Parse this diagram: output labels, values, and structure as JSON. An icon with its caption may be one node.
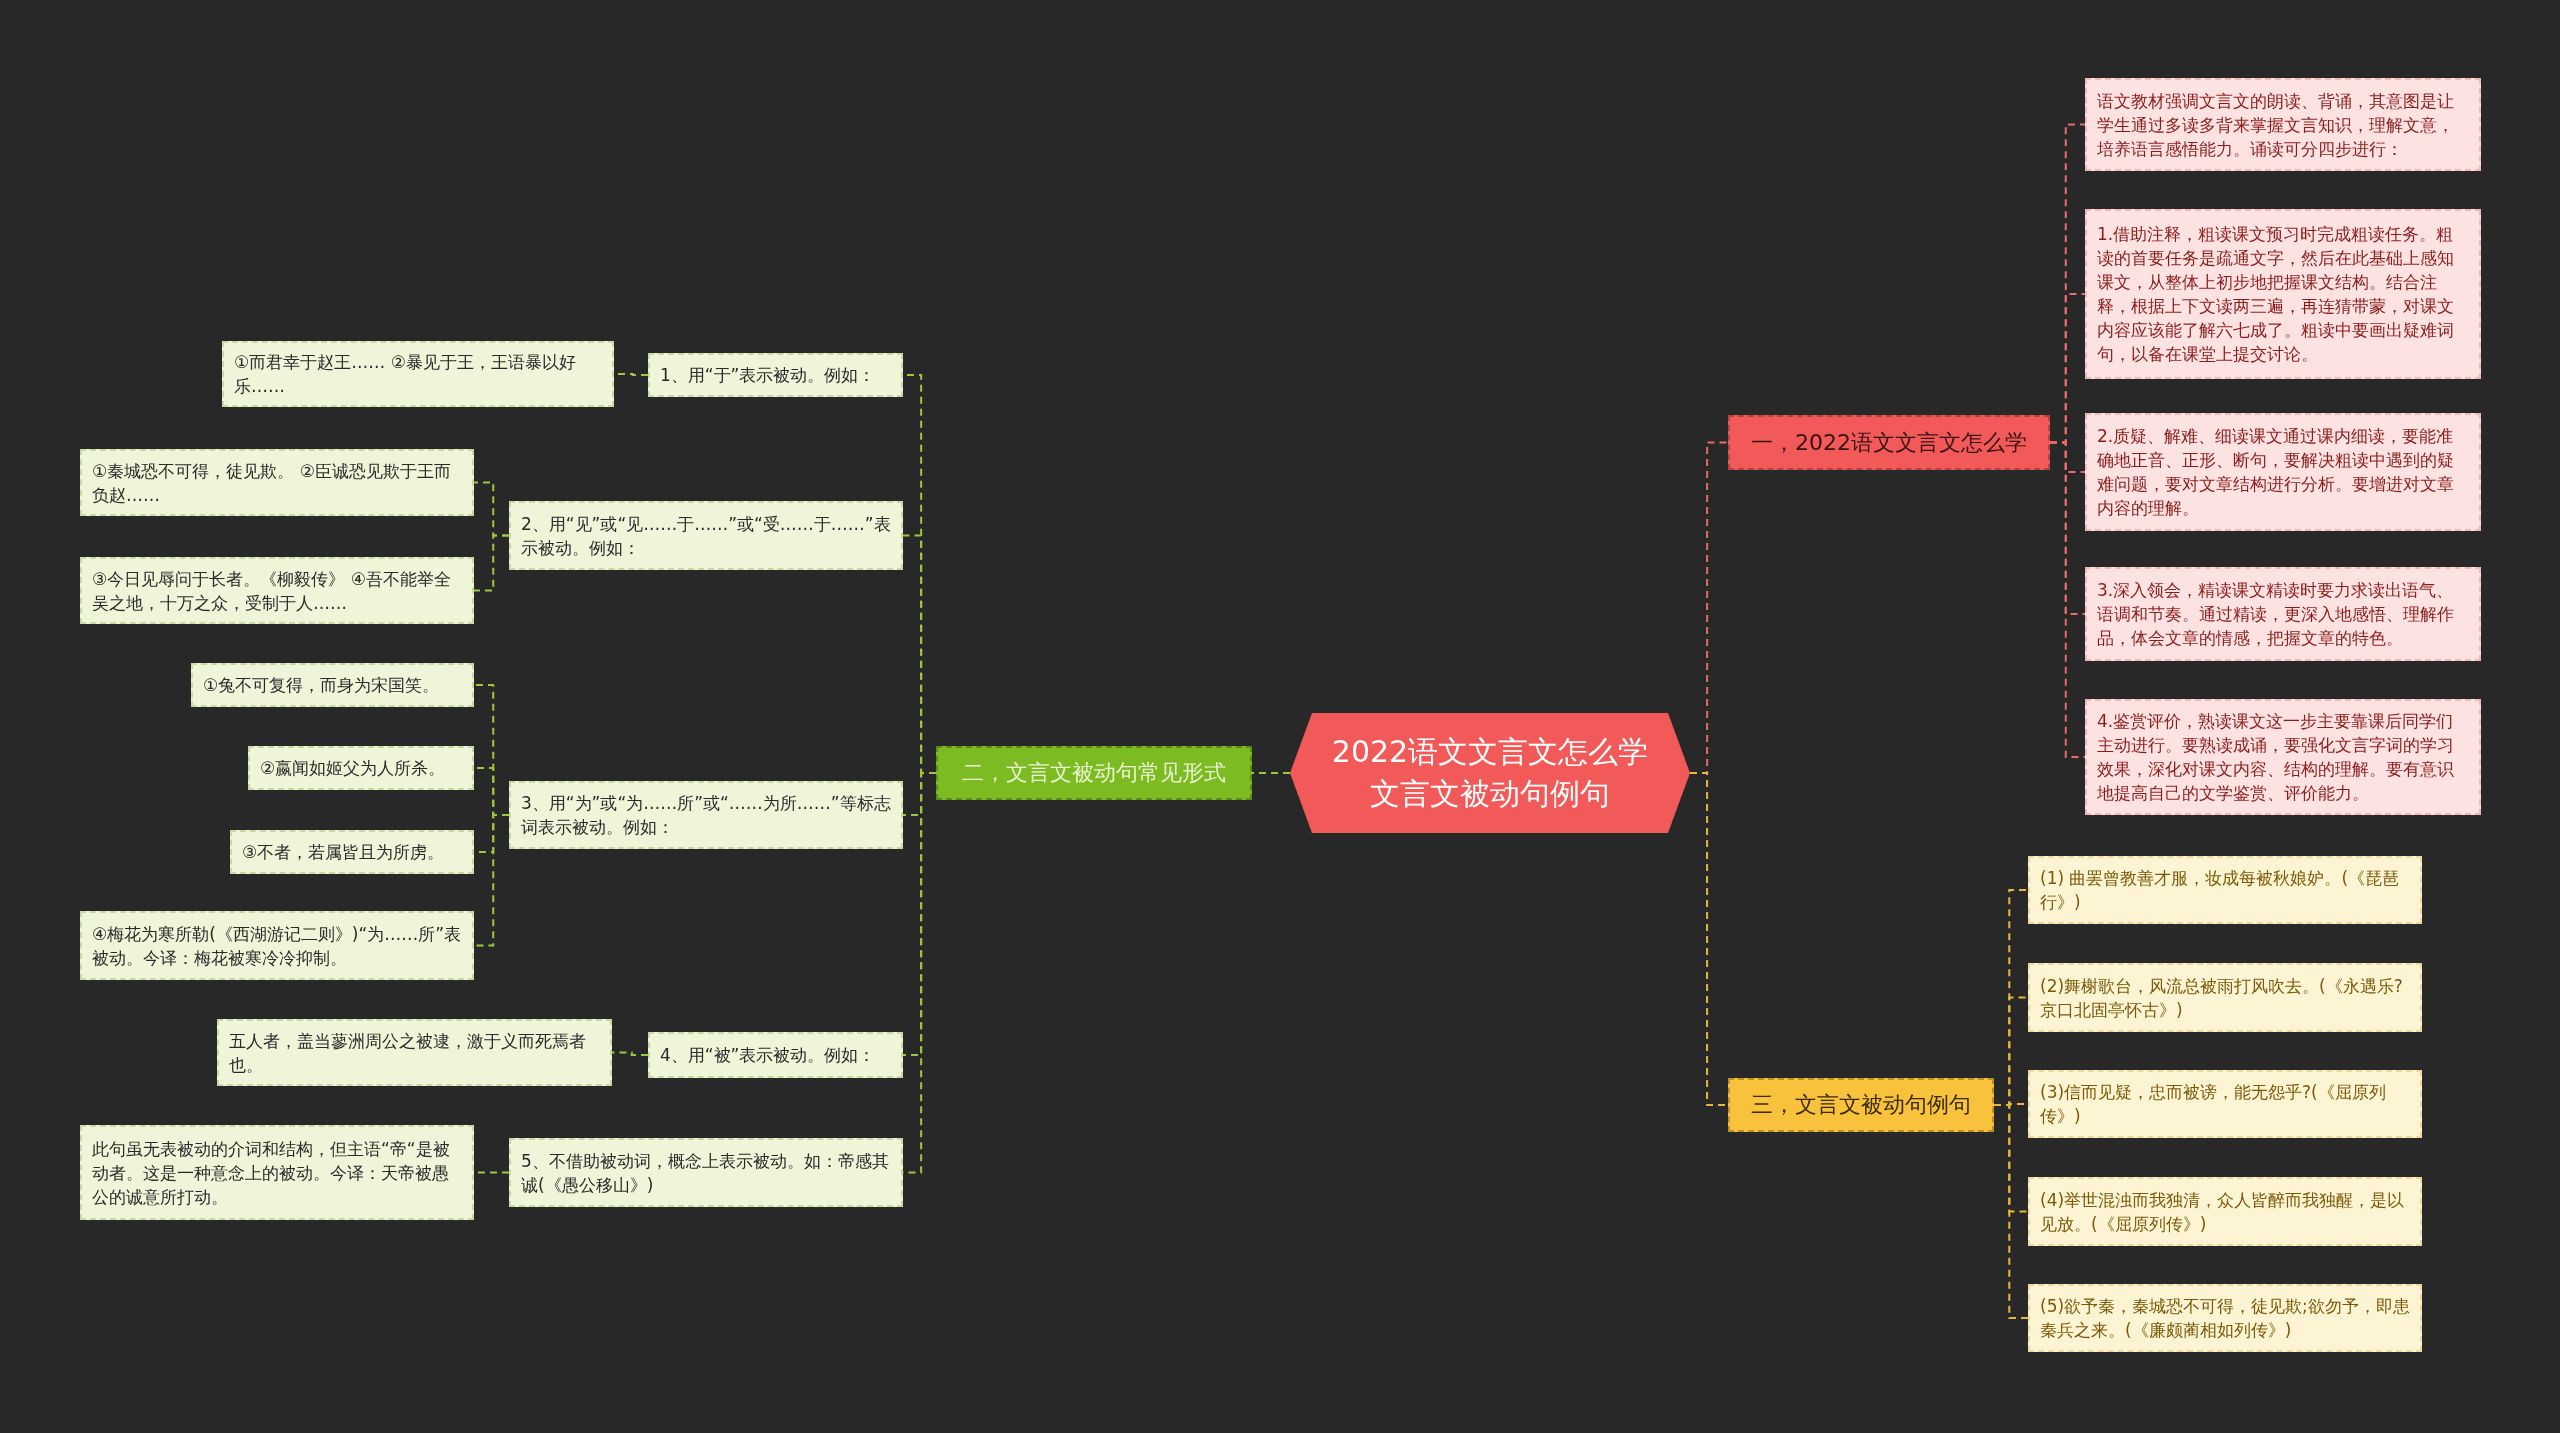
{
  "diagram": {
    "nodes": [
      {
        "text": [
          "2022语文文言文怎么学",
          "文言文被动句例句"
        ]
      },
      {
        "text": [
          "一，2022语文文言文怎么学"
        ]
      },
      {
        "text": [
          "语文教材强调文言文的朗读、背诵，其意图是让学生通过多读多背来掌握文言知识，理解文意，培养语言感悟能力。诵读可分四步进行："
        ]
      },
      {
        "text": [
          "1.借助注释，粗读课文预习时完成粗读任务。粗读的首要任务是疏通文字，然后在此基础上感知课文，从整体上初步地把握课文结构。结合注释，根据上下文读两三遍，再连猜带蒙，对课文内容应该能了解六七成了。粗读中要画出疑难词句，以备在课堂上提交讨论。"
        ]
      },
      {
        "text": [
          "2.质疑、解难、细读课文通过课内细读，要能准确地正音、正形、断句，要解决粗读中遇到的疑难问题，要对文章结构进行分析。要增进对文章内容的理解。"
        ]
      },
      {
        "text": [
          "3.深入领会，精读课文精读时要力求读出语气、语调和节奏。通过精读，更深入地感悟、理解作品，体会文章的情感，把握文章的特色。"
        ]
      },
      {
        "text": [
          "4.鉴赏评价，熟读课文这一步主要靠课后同学们主动进行。要熟读成诵，要强化文言字词的学习效果，深化对课文内容、结构的理解。要有意识地提高自己的文学鉴赏、评价能力。"
        ]
      },
      {
        "text": [
          "三，文言文被动句例句"
        ]
      },
      {
        "text": [
          "(1) 曲罢曾教善才服，妆成每被秋娘妒。(《琵琶行》)"
        ]
      },
      {
        "text": [
          "(2)舞榭歌台，风流总被雨打风吹去。(《永遇乐?京口北固亭怀古》)"
        ]
      },
      {
        "text": [
          "(3)信而见疑，忠而被谤，能无怨乎?(《屈原列传》)"
        ]
      },
      {
        "text": [
          "(4)举世混浊而我独清，众人皆醉而我独醒，是以见放。(《屈原列传》)"
        ]
      },
      {
        "text": [
          "(5)欲予秦，秦城恐不可得，徒见欺;欲勿予，即患秦兵之来。(《廉颇蔺相如列传》)"
        ]
      },
      {
        "text": [
          "二，文言文被动句常见形式"
        ]
      },
      {
        "text": [
          "1、用“于”表示被动。例如："
        ]
      },
      {
        "text": [
          "①而君幸于赵王…… ②暴见于王，王语暴以好乐……"
        ]
      },
      {
        "text": [
          "2、用“见”或“见……于……”或“受……于……”表示被动。例如："
        ]
      },
      {
        "text": [
          "①秦城恐不可得，徒见欺。 ②臣诚恐见欺于王而负赵……"
        ]
      },
      {
        "text": [
          "③今日见辱问于长者。《柳毅传》 ④吾不能举全吴之地，十万之众，受制于人……"
        ]
      },
      {
        "text": [
          "3、用“为”或“为……所”或“……为所……”等标志词表示被动。例如："
        ]
      },
      {
        "text": [
          "①兔不可复得，而身为宋国笑。"
        ]
      },
      {
        "text": [
          "②嬴闻如姬父为人所杀。"
        ]
      },
      {
        "text": [
          "③不者，若属皆且为所虏。"
        ]
      },
      {
        "text": [
          "④梅花为寒所勒(《西湖游记二则》)“为……所”表被动。今译：梅花被寒冷冷抑制。"
        ]
      },
      {
        "text": [
          "4、用“被”表示被动。例如："
        ]
      },
      {
        "text": [
          "五人者，盖当蓼洲周公之被逮，激于义而死焉者也。"
        ]
      },
      {
        "text": [
          "5、不借助被动词，概念上表示被动。如：帝感其诚(《愚公移山》)"
        ]
      },
      {
        "text": [
          "此句虽无表被动的介词和结构，但主语“帝“是被动者。这是一种意念上的被动。今译：天帝被愚公的诚意所打动。"
        ]
      }
    ],
    "edges": [
      {
        "from": 0,
        "to": 1,
        "arrow": "none",
        "style": "dashed",
        "color": "#e86a6a"
      },
      {
        "from": 1,
        "to": 2,
        "arrow": "none",
        "style": "dashed",
        "color": "#e86a6a"
      },
      {
        "from": 1,
        "to": 3,
        "arrow": "none",
        "style": "dashed",
        "color": "#e86a6a"
      },
      {
        "from": 1,
        "to": 4,
        "arrow": "none",
        "style": "dashed",
        "color": "#e86a6a"
      },
      {
        "from": 1,
        "to": 5,
        "arrow": "none",
        "style": "dashed",
        "color": "#e86a6a"
      },
      {
        "from": 1,
        "to": 6,
        "arrow": "none",
        "style": "dashed",
        "color": "#e86a6a"
      },
      {
        "from": 0,
        "to": 7,
        "arrow": "none",
        "style": "dashed",
        "color": "#e8b83a"
      },
      {
        "from": 7,
        "to": 8,
        "arrow": "none",
        "style": "dashed",
        "color": "#e8b83a"
      },
      {
        "from": 7,
        "to": 9,
        "arrow": "none",
        "style": "dashed",
        "color": "#e8b83a"
      },
      {
        "from": 7,
        "to": 10,
        "arrow": "none",
        "style": "dashed",
        "color": "#e8b83a"
      },
      {
        "from": 7,
        "to": 11,
        "arrow": "none",
        "style": "dashed",
        "color": "#e8b83a"
      },
      {
        "from": 7,
        "to": 12,
        "arrow": "none",
        "style": "dashed",
        "color": "#e8b83a"
      },
      {
        "from": 0,
        "to": 13,
        "arrow": "none",
        "style": "dashed"
      },
      {
        "from": 13,
        "to": 14,
        "arrow": "none",
        "style": "dashed"
      },
      {
        "from": 14,
        "to": 15,
        "arrow": "none",
        "style": "dashed"
      },
      {
        "from": 13,
        "to": 16,
        "arrow": "none",
        "style": "dashed"
      },
      {
        "from": 16,
        "to": 17,
        "arrow": "none",
        "style": "dashed"
      },
      {
        "from": 16,
        "to": 18,
        "arrow": "none",
        "style": "dashed"
      },
      {
        "from": 13,
        "to": 19,
        "arrow": "none",
        "style": "dashed"
      },
      {
        "from": 19,
        "to": 20,
        "arrow": "none",
        "style": "dashed"
      },
      {
        "from": 19,
        "to": 21,
        "arrow": "none",
        "style": "dashed"
      },
      {
        "from": 19,
        "to": 22,
        "arrow": "none",
        "style": "dashed"
      },
      {
        "from": 19,
        "to": 23,
        "arrow": "none",
        "style": "dashed"
      },
      {
        "from": 13,
        "to": 24,
        "arrow": "none",
        "style": "dashed"
      },
      {
        "from": 24,
        "to": 25,
        "arrow": "none",
        "style": "dashed"
      },
      {
        "from": 13,
        "to": 26,
        "arrow": "none",
        "style": "dashed"
      },
      {
        "from": 26,
        "to": 27,
        "arrow": "none",
        "style": "dashed"
      }
    ]
  }
}
